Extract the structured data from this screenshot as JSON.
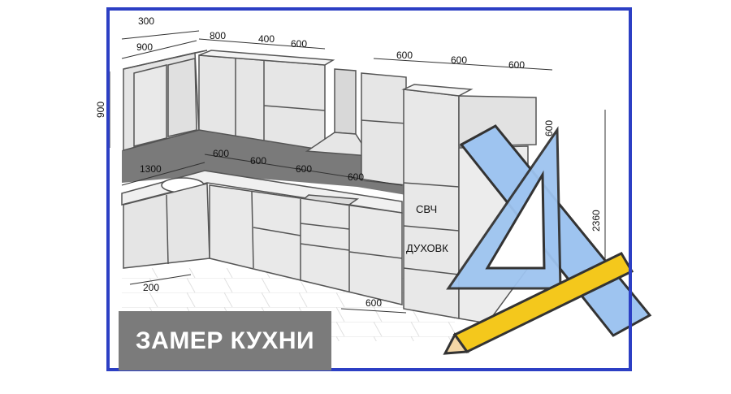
{
  "caption": "ЗАМЕР КУХНИ",
  "dimensions": {
    "top_300": "300",
    "top_900": "900",
    "top_800": "800",
    "top_400": "400",
    "top_600_a": "600",
    "upper_height_900": "900",
    "right_600_a": "600",
    "right_600_b": "600",
    "right_600_c": "600",
    "right_600_d": "600",
    "side_height_2360": "2360",
    "counter_1300": "1300",
    "counter_600_a": "600",
    "counter_600_b": "600",
    "counter_600_c": "600",
    "counter_600_d": "600",
    "floor_200": "200",
    "floor_600": "600"
  },
  "appliance_labels": {
    "microwave": "СВЧ",
    "oven": "ДУХОВК"
  },
  "colors": {
    "frame": "#2c3fc4",
    "caption_bg": "#7b7b7b",
    "cabinet_fill": "#e6e6e6",
    "wall_dark": "#7a7a7a",
    "ruler_blue": "#9ec4f0",
    "pencil_yellow": "#f4c81c"
  }
}
